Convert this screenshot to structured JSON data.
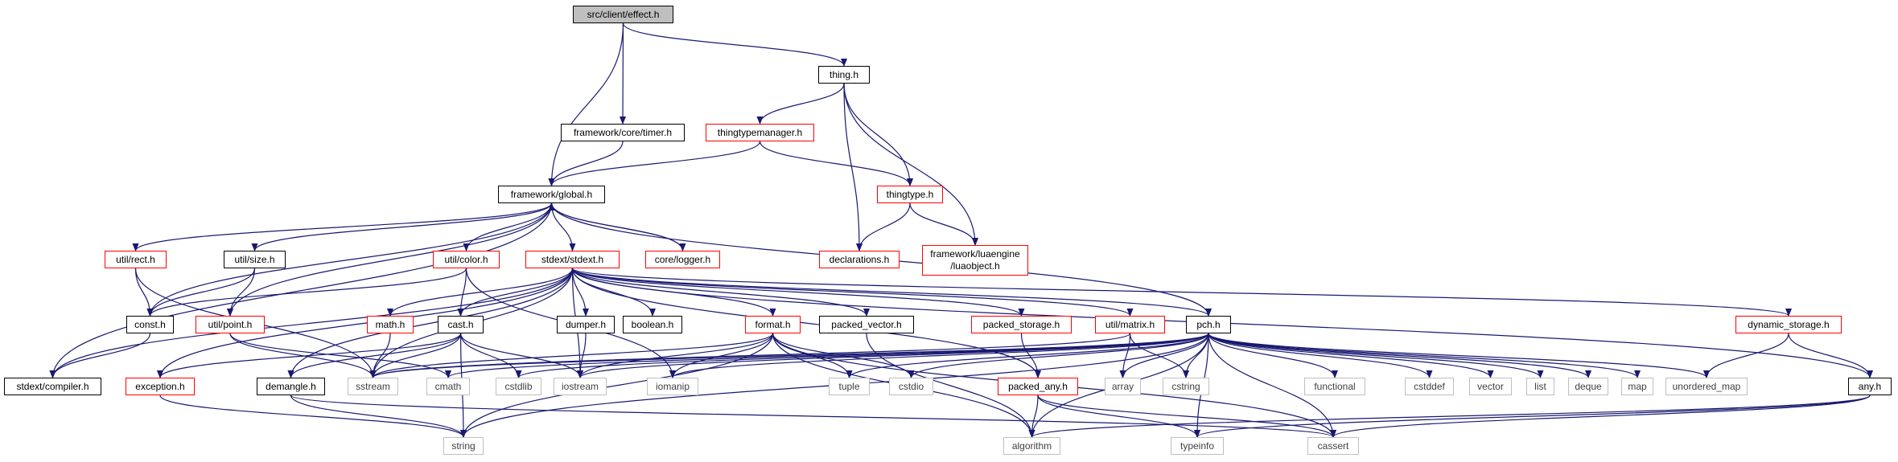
{
  "graph": {
    "edge_color": "#191970",
    "root": "src/client/effect.h",
    "nodes": {
      "effect": "src/client/effect.h",
      "thing": "thing.h",
      "timer": "framework/core/timer.h",
      "thingtypemanager": "thingtypemanager.h",
      "global": "framework/global.h",
      "thingtype": "thingtype.h",
      "declarations": "declarations.h",
      "luaobject_1": "framework/luaengine",
      "luaobject_2": "/luaobject.h",
      "rect": "util/rect.h",
      "size": "util/size.h",
      "color": "util/color.h",
      "stdext": "stdext/stdext.h",
      "logger": "core/logger.h",
      "const": "const.h",
      "point": "util/point.h",
      "math": "math.h",
      "cast": "cast.h",
      "dumper": "dumper.h",
      "boolean": "boolean.h",
      "format": "format.h",
      "packed_vector": "packed_vector.h",
      "packed_storage": "packed_storage.h",
      "matrix": "util/matrix.h",
      "pch": "pch.h",
      "dynamic_storage": "dynamic_storage.h",
      "compiler": "stdext/compiler.h",
      "exception": "exception.h",
      "demangle": "demangle.h",
      "sstream": "sstream",
      "cmath": "cmath",
      "cstdlib": "cstdlib",
      "iostream": "iostream",
      "iomanip": "iomanip",
      "tuple": "tuple",
      "cstdio": "cstdio",
      "packed_any": "packed_any.h",
      "array": "array",
      "cstring": "cstring",
      "functional": "functional",
      "cstddef": "cstddef",
      "vector": "vector",
      "list": "list",
      "deque": "deque",
      "map": "map",
      "unordered_map": "unordered_map",
      "any": "any.h",
      "string": "string",
      "algorithm": "algorithm",
      "typeinfo": "typeinfo",
      "cassert": "cassert"
    }
  }
}
